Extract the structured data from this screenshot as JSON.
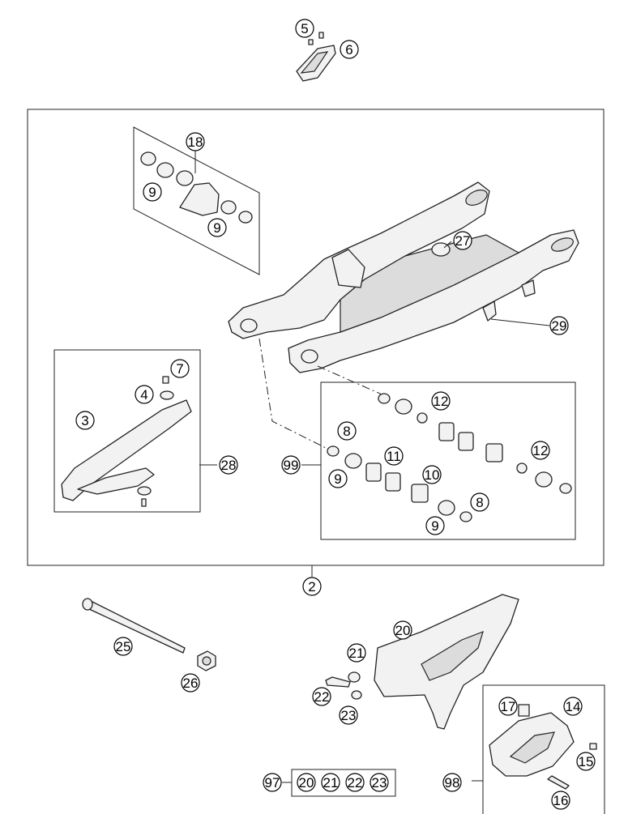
{
  "callouts": {
    "c5": "5",
    "c6": "6",
    "c18": "18",
    "c9a": "9",
    "c9b": "9",
    "c27": "27",
    "c29": "29",
    "c7": "7",
    "c4": "4",
    "c3": "3",
    "c28": "28",
    "c8a": "8",
    "c12a": "12",
    "c99": "99",
    "c11": "11",
    "c9c": "9",
    "c10": "10",
    "c12b": "12",
    "c8b": "8",
    "c9d": "9",
    "c2": "2",
    "c25": "25",
    "c26": "26",
    "c20": "20",
    "c21": "21",
    "c22": "22",
    "c23": "23",
    "c17": "17",
    "c14": "14",
    "c15": "15",
    "c16": "16",
    "c98": "98",
    "kit97": "97",
    "kit20": "20",
    "kit21": "21",
    "kit22": "22",
    "kit23": "23"
  }
}
